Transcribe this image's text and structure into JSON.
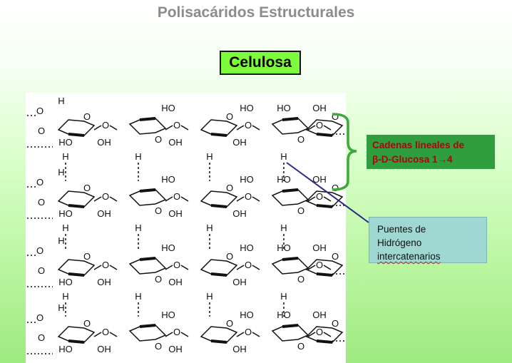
{
  "title": "Polisacáridos Estructurales",
  "box_celulosa": "Celulosa",
  "box_cadenas": {
    "line1": "Cadenas lineales de",
    "line2": "β-D-Glucosa 1→4"
  },
  "box_puentes": {
    "line1": "Puentes de",
    "line2": "Hidrógeno",
    "line3": "intercatenarios"
  },
  "chain_labels": {
    "oh": "OH",
    "ho": "HO",
    "o": "O",
    "h": "H"
  },
  "colors": {
    "title": "#8c8c8c",
    "celulosa_bg": "#7CFC3C",
    "cadenas_bg": "#2e9e3e",
    "cadenas_text": "#b3000c",
    "puentes_bg": "#9fd8d2",
    "bracket": "#3fa83a",
    "pointer": "#2a2a8a"
  }
}
